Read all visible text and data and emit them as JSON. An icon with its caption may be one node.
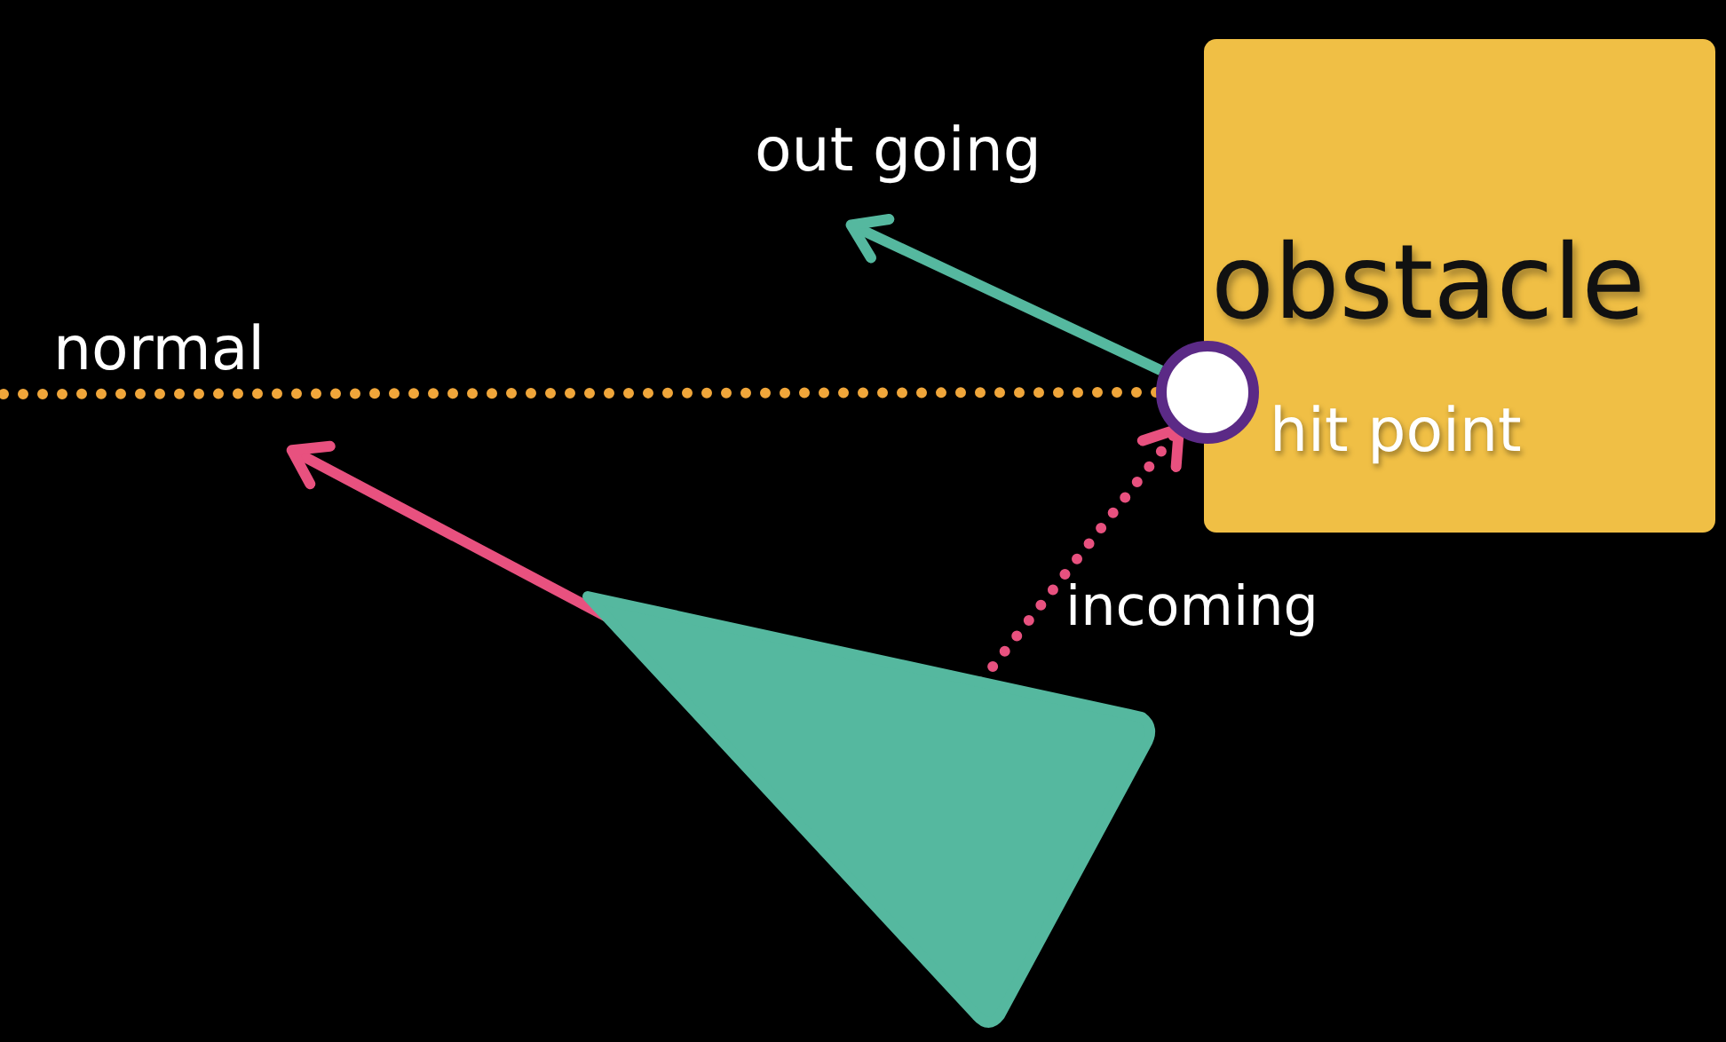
{
  "diagram": {
    "nodes": [
      {
        "text": [
          "obstacle"
        ]
      },
      {
        "text": [],
        "shape": "circle",
        "beside": [
          "hit point"
        ]
      },
      {
        "text": [],
        "shape": "triangle"
      }
    ],
    "edges": [
      {
        "from": 1,
        "to": null,
        "arrow": "to",
        "label": "out going",
        "color": "#55b89f"
      },
      {
        "from": 1,
        "to": null,
        "arrow": "none",
        "label": "normal",
        "style": "dashed",
        "color": "#f0a63a"
      },
      {
        "from": 2,
        "to": 1,
        "arrow": "to",
        "label": "incoming",
        "style": "dashed",
        "color": "#e8517f"
      },
      {
        "from": 2,
        "to": null,
        "arrow": "to",
        "color": "#e8517f"
      }
    ]
  }
}
